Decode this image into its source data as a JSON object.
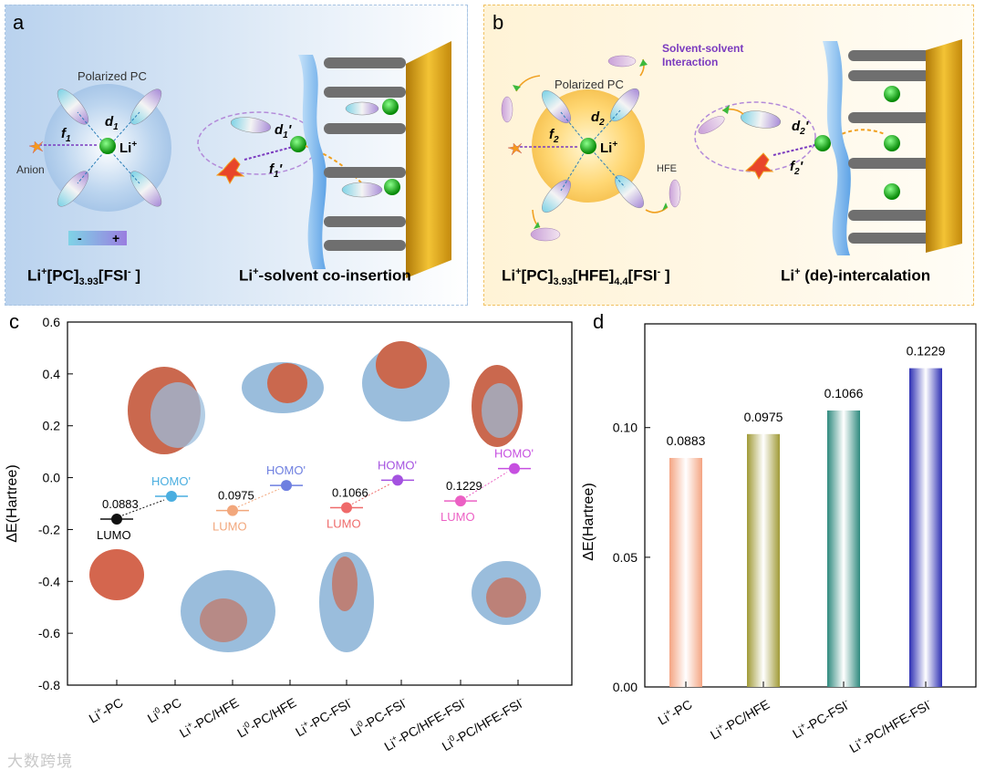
{
  "panels": {
    "a": {
      "letter": "a",
      "labels": {
        "polarized": "Polarized PC",
        "anion": "Anion",
        "li": "Li",
        "f1": "f",
        "f1_sub": "1",
        "d1": "d",
        "d1_sub": "1",
        "minus": "-",
        "plus": "+",
        "d1p": "d",
        "d1p_sub": "1",
        "d1p_prime": "'",
        "f1p": "f",
        "f1p_sub": "1",
        "f1p_prime": "'"
      },
      "caption_left": {
        "p1": "Li",
        "p2": "[PC]",
        "p3": "3.93",
        "p4": "[FSI",
        "p5": "-",
        "p6": " ]"
      },
      "caption_right": {
        "p1": "Li",
        "p2": "-solvent co-insertion"
      }
    },
    "b": {
      "letter": "b",
      "labels": {
        "polarized": "Polarized PC",
        "solvent_interaction_1": "Solvent-solvent",
        "solvent_interaction_2": "Interaction",
        "hfe": "HFE",
        "li": "Li",
        "f2": "f",
        "f2_sub": "2",
        "d2": "d",
        "d2_sub": "2",
        "d2p": "d",
        "d2p_sub": "2",
        "d2p_prime": "'",
        "f2p": "f",
        "f2p_sub": "2",
        "f2p_prime": "'"
      },
      "caption_left": {
        "p1": "Li",
        "p2": "[PC]",
        "p3": "3.93",
        "p4": "[HFE]",
        "p5": "4.4",
        "p6": "[FSI",
        "p7": "-",
        "p8": " ]"
      },
      "caption_right": {
        "p1": "Li",
        "p2": " (de)-intercalation"
      }
    },
    "c": {
      "letter": "c",
      "ylabel": "ΔE(Hartree)",
      "yticks": [
        "0.6",
        "0.4",
        "0.2",
        "0.0",
        "-0.2",
        "-0.4",
        "-0.6",
        "-0.8"
      ],
      "gap_labels": [
        "0.0883",
        "0.0975",
        "0.1066",
        "0.1229"
      ],
      "lumo_label": "LUMO",
      "homo_label": "HOMO'",
      "xtick_labels": [
        {
          "a": "Li",
          "s": "+",
          "b": "-PC",
          "c": ""
        },
        {
          "a": "Li",
          "s": "0",
          "b": "-PC",
          "c": ""
        },
        {
          "a": "Li",
          "s": "+",
          "b": "-PC/HFE",
          "c": ""
        },
        {
          "a": "Li",
          "s": "0",
          "b": "-PC/HFE",
          "c": ""
        },
        {
          "a": "Li",
          "s": "+",
          "b": "-PC-FSI",
          "c": "-"
        },
        {
          "a": "Li",
          "s": "0",
          "b": "-PC-FSI",
          "c": "-"
        },
        {
          "a": "Li",
          "s": "+",
          "b": "-PC/HFE-FSI",
          "c": "-"
        },
        {
          "a": "Li",
          "s": "0",
          "b": "-PC/HFE-FSI",
          "c": "-"
        }
      ]
    },
    "d": {
      "letter": "d",
      "ylabel": "ΔE(Hartree)",
      "yticks": [
        "0.00",
        "0.05",
        "0.10"
      ],
      "xtick_labels": [
        {
          "a": "Li",
          "s": "+",
          "b": "-PC",
          "c": ""
        },
        {
          "a": "Li",
          "s": "+",
          "b": "-PC/HFE",
          "c": ""
        },
        {
          "a": "Li",
          "s": "+",
          "b": "-PC-FSI",
          "c": "-"
        },
        {
          "a": "Li",
          "s": "+",
          "b": "-PC/HFE-FSI",
          "c": "-"
        }
      ],
      "value_labels": [
        "0.0883",
        "0.0975",
        "0.1066",
        "0.1229"
      ]
    }
  },
  "chart_data": [
    {
      "type": "scatter",
      "panel": "c",
      "ylabel": "ΔE(Hartree)",
      "ylim": [
        -0.8,
        0.6
      ],
      "yticks": [
        0.6,
        0.4,
        0.2,
        0.0,
        -0.2,
        -0.4,
        -0.6,
        -0.8
      ],
      "categories": [
        "Li+-PC",
        "Li0-PC",
        "Li+-PC/HFE",
        "Li0-PC/HFE",
        "Li+-PC-FSI-",
        "Li0-PC-FSI-",
        "Li+-PC/HFE-FSI-",
        "Li0-PC/HFE-FSI-"
      ],
      "pairs": [
        {
          "lumo": -0.16,
          "homo": -0.072,
          "gap": 0.0883,
          "color": "#111111",
          "homo_color": "#4aaee0"
        },
        {
          "lumo": -0.127,
          "homo": -0.03,
          "gap": 0.0975,
          "color": "#f2a77c",
          "homo_color": "#6e7fe0"
        },
        {
          "lumo": -0.116,
          "homo": -0.01,
          "gap": 0.1066,
          "color": "#ef6a6a",
          "homo_color": "#a452e0"
        },
        {
          "lumo": -0.09,
          "homo": 0.035,
          "gap": 0.1229,
          "color": "#ec60c4",
          "homo_color": "#c64fe0"
        }
      ]
    },
    {
      "type": "bar",
      "panel": "d",
      "ylabel": "ΔE(Hartree)",
      "ylim": [
        0,
        0.14
      ],
      "yticks": [
        0.0,
        0.05,
        0.1
      ],
      "categories": [
        "Li+-PC",
        "Li+-PC/HFE",
        "Li+-PC-FSI-",
        "Li+-PC/HFE-FSI-"
      ],
      "values": [
        0.0883,
        0.0975,
        0.1066,
        0.1229
      ],
      "colors": [
        "#f4a482",
        "#a09a36",
        "#2f8a7e",
        "#2d2fb4"
      ]
    }
  ],
  "watermark": "大数跨境"
}
